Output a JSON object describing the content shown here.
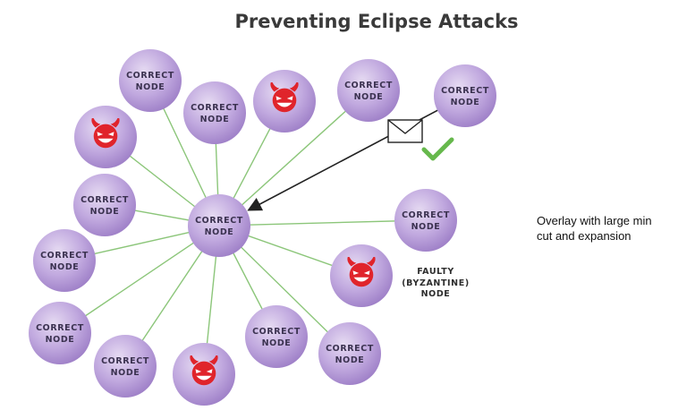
{
  "title": "Preventing Eclipse Attacks",
  "node_label": {
    "line1": "CORRECT",
    "line2": "NODE"
  },
  "faulty_label": {
    "line1": "FAULTY",
    "line2": "(BYZANTINE)",
    "line3": "NODE"
  },
  "overlay_note": {
    "line1": "Overlay with large min",
    "line2": "cut and expansion"
  },
  "nodes": [
    {
      "id": "center",
      "type": "correct",
      "role": "center"
    },
    {
      "id": "c1",
      "type": "correct"
    },
    {
      "id": "c2",
      "type": "correct"
    },
    {
      "id": "d1",
      "type": "faulty"
    },
    {
      "id": "c3",
      "type": "correct"
    },
    {
      "id": "c4",
      "type": "correct",
      "role": "message-sender"
    },
    {
      "id": "d2",
      "type": "faulty"
    },
    {
      "id": "c5",
      "type": "correct"
    },
    {
      "id": "c6",
      "type": "correct"
    },
    {
      "id": "c7",
      "type": "correct"
    },
    {
      "id": "c8",
      "type": "correct"
    },
    {
      "id": "c9",
      "type": "correct"
    },
    {
      "id": "d3",
      "type": "faulty"
    },
    {
      "id": "c10",
      "type": "correct"
    },
    {
      "id": "c11",
      "type": "correct"
    },
    {
      "id": "d4",
      "type": "faulty",
      "role": "labeled-faulty"
    }
  ],
  "edges": [
    [
      "center",
      "c1"
    ],
    [
      "center",
      "c2"
    ],
    [
      "center",
      "d1"
    ],
    [
      "center",
      "c3"
    ],
    [
      "center",
      "d2"
    ],
    [
      "center",
      "c5"
    ],
    [
      "center",
      "c6"
    ],
    [
      "center",
      "c7"
    ],
    [
      "center",
      "c8"
    ],
    [
      "center",
      "d3"
    ],
    [
      "center",
      "c10"
    ],
    [
      "center",
      "c11"
    ],
    [
      "center",
      "c9"
    ],
    [
      "center",
      "d4"
    ]
  ],
  "message": {
    "from": "c4",
    "to": "center",
    "status": "accepted",
    "icons": [
      "envelope-icon",
      "checkmark-icon"
    ]
  },
  "colors": {
    "node_fill_light": "#d8c7ea",
    "node_fill_dark": "#9c7dc6",
    "edge": "#8cc67a",
    "arrow": "#222222",
    "check": "#66b84c",
    "devil": "#e0242b"
  }
}
